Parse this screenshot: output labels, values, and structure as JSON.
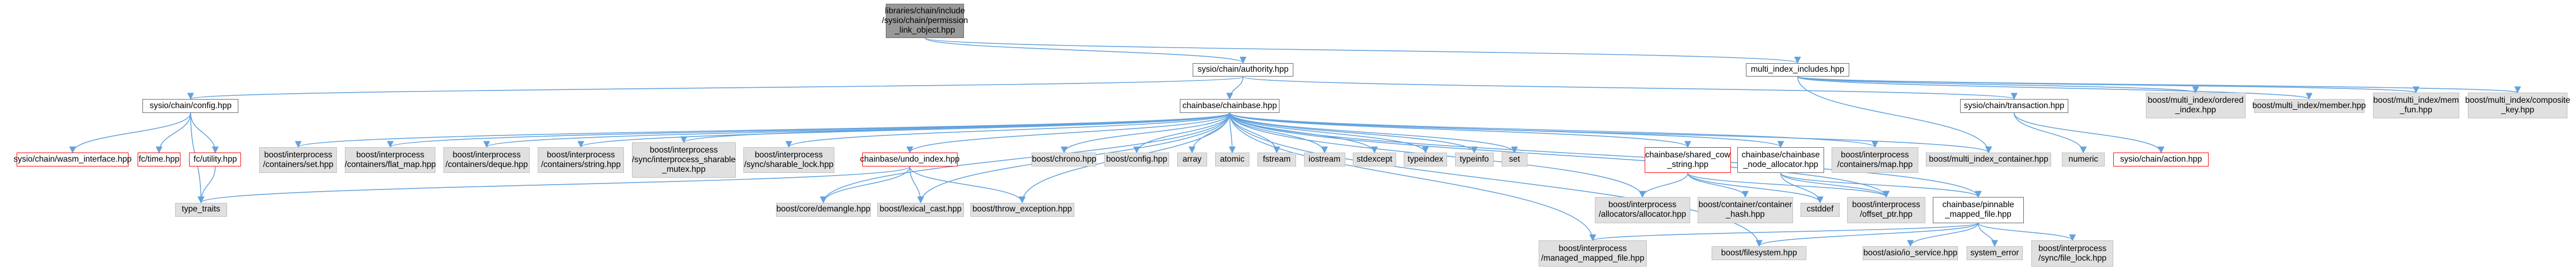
{
  "colors": {
    "edge": "#63a2dd",
    "node_border": "#666666",
    "missing_border": "#ff0000",
    "external_fill": "#e0e0e0",
    "root_fill": "#999999"
  },
  "nodes": {
    "root": {
      "label": "libraries/chain/include\n/sysio/chain/permission\n_link_object.hpp",
      "kind": "root"
    },
    "authority": {
      "label": "sysio/chain/authority.hpp",
      "kind": "plain"
    },
    "multi_index_includes": {
      "label": "multi_index_includes.hpp",
      "kind": "plain"
    },
    "config": {
      "label": "sysio/chain/config.hpp",
      "kind": "plain"
    },
    "chainbase": {
      "label": "chainbase/chainbase.hpp",
      "kind": "plain"
    },
    "transaction": {
      "label": "sysio/chain/transaction.hpp",
      "kind": "plain"
    },
    "ordered_index": {
      "label": "boost/multi_index/ordered\n_index.hpp",
      "kind": "gray"
    },
    "member": {
      "label": "boost/multi_index/member.hpp",
      "kind": "gray"
    },
    "mem_fun": {
      "label": "boost/multi_index/mem\n_fun.hpp",
      "kind": "gray"
    },
    "composite_key": {
      "label": "boost/multi_index/composite\n_key.hpp",
      "kind": "gray"
    },
    "wasm_interface": {
      "label": "sysio/chain/wasm_interface.hpp",
      "kind": "red"
    },
    "fc_time": {
      "label": "fc/time.hpp",
      "kind": "red"
    },
    "fc_utility": {
      "label": "fc/utility.hpp",
      "kind": "red"
    },
    "ip_set": {
      "label": "boost/interprocess\n/containers/set.hpp",
      "kind": "gray"
    },
    "ip_flat_map": {
      "label": "boost/interprocess\n/containers/flat_map.hpp",
      "kind": "gray"
    },
    "ip_deque": {
      "label": "boost/interprocess\n/containers/deque.hpp",
      "kind": "gray"
    },
    "ip_string": {
      "label": "boost/interprocess\n/containers/string.hpp",
      "kind": "gray"
    },
    "ip_sharable_mutex": {
      "label": "boost/interprocess\n/sync/interprocess_sharable\n_mutex.hpp",
      "kind": "gray"
    },
    "ip_sharable_lock": {
      "label": "boost/interprocess\n/sync/sharable_lock.hpp",
      "kind": "gray"
    },
    "undo_index": {
      "label": "chainbase/undo_index.hpp",
      "kind": "red"
    },
    "chrono": {
      "label": "boost/chrono.hpp",
      "kind": "gray"
    },
    "boost_config": {
      "label": "boost/config.hpp",
      "kind": "gray"
    },
    "array": {
      "label": "array",
      "kind": "gray"
    },
    "atomic": {
      "label": "atomic",
      "kind": "gray"
    },
    "fstream": {
      "label": "fstream",
      "kind": "gray"
    },
    "iostream": {
      "label": "iostream",
      "kind": "gray"
    },
    "stdexcept": {
      "label": "stdexcept",
      "kind": "gray"
    },
    "typeindex": {
      "label": "typeindex",
      "kind": "gray"
    },
    "typeinfo": {
      "label": "typeinfo",
      "kind": "gray"
    },
    "set": {
      "label": "set",
      "kind": "gray"
    },
    "shared_cow_string": {
      "label": "chainbase/shared_cow\n_string.hpp",
      "kind": "red"
    },
    "node_allocator": {
      "label": "chainbase/chainbase\n_node_allocator.hpp",
      "kind": "plain"
    },
    "ip_map": {
      "label": "boost/interprocess\n/containers/map.hpp",
      "kind": "gray"
    },
    "mi_container": {
      "label": "boost/multi_index_container.hpp",
      "kind": "gray"
    },
    "numeric": {
      "label": "numeric",
      "kind": "gray"
    },
    "action": {
      "label": "sysio/chain/action.hpp",
      "kind": "red"
    },
    "type_traits": {
      "label": "type_traits",
      "kind": "gray"
    },
    "demangle": {
      "label": "boost/core/demangle.hpp",
      "kind": "gray"
    },
    "lexical_cast": {
      "label": "boost/lexical_cast.hpp",
      "kind": "gray"
    },
    "throw_exception": {
      "label": "boost/throw_exception.hpp",
      "kind": "gray"
    },
    "ip_allocator": {
      "label": "boost/interprocess\n/allocators/allocator.hpp",
      "kind": "gray"
    },
    "container_hash": {
      "label": "boost/container/container\n_hash.hpp",
      "kind": "gray"
    },
    "cstddef": {
      "label": "cstddef",
      "kind": "gray"
    },
    "offset_ptr": {
      "label": "boost/interprocess\n/offset_ptr.hpp",
      "kind": "gray"
    },
    "pinnable": {
      "label": "chainbase/pinnable\n_mapped_file.hpp",
      "kind": "plain"
    },
    "managed_mapped": {
      "label": "boost/interprocess\n/managed_mapped_file.hpp",
      "kind": "gray"
    },
    "filesystem": {
      "label": "boost/filesystem.hpp",
      "kind": "gray"
    },
    "io_service": {
      "label": "boost/asio/io_service.hpp",
      "kind": "gray"
    },
    "system_error": {
      "label": "system_error",
      "kind": "gray"
    },
    "file_lock": {
      "label": "boost/interprocess\n/sync/file_lock.hpp",
      "kind": "gray"
    }
  },
  "edges": [
    [
      "root",
      "authority"
    ],
    [
      "root",
      "multi_index_includes"
    ],
    [
      "authority",
      "config"
    ],
    [
      "authority",
      "chainbase"
    ],
    [
      "authority",
      "transaction"
    ],
    [
      "multi_index_includes",
      "mi_container"
    ],
    [
      "multi_index_includes",
      "ordered_index"
    ],
    [
      "multi_index_includes",
      "member"
    ],
    [
      "multi_index_includes",
      "mem_fun"
    ],
    [
      "multi_index_includes",
      "composite_key"
    ],
    [
      "config",
      "wasm_interface"
    ],
    [
      "config",
      "fc_time"
    ],
    [
      "config",
      "fc_utility"
    ],
    [
      "config",
      "type_traits"
    ],
    [
      "fc_utility",
      "type_traits"
    ],
    [
      "chainbase",
      "ip_set"
    ],
    [
      "chainbase",
      "ip_flat_map"
    ],
    [
      "chainbase",
      "ip_deque"
    ],
    [
      "chainbase",
      "ip_string"
    ],
    [
      "chainbase",
      "ip_sharable_mutex"
    ],
    [
      "chainbase",
      "ip_sharable_lock"
    ],
    [
      "chainbase",
      "undo_index"
    ],
    [
      "chainbase",
      "chrono"
    ],
    [
      "chainbase",
      "boost_config"
    ],
    [
      "chainbase",
      "array"
    ],
    [
      "chainbase",
      "atomic"
    ],
    [
      "chainbase",
      "fstream"
    ],
    [
      "chainbase",
      "iostream"
    ],
    [
      "chainbase",
      "stdexcept"
    ],
    [
      "chainbase",
      "typeindex"
    ],
    [
      "chainbase",
      "typeinfo"
    ],
    [
      "chainbase",
      "set"
    ],
    [
      "chainbase",
      "shared_cow_string"
    ],
    [
      "chainbase",
      "node_allocator"
    ],
    [
      "chainbase",
      "ip_map"
    ],
    [
      "chainbase",
      "mi_container"
    ],
    [
      "chainbase",
      "demangle"
    ],
    [
      "chainbase",
      "lexical_cast"
    ],
    [
      "chainbase",
      "throw_exception"
    ],
    [
      "chainbase",
      "ip_allocator"
    ],
    [
      "chainbase",
      "offset_ptr"
    ],
    [
      "chainbase",
      "pinnable"
    ],
    [
      "chainbase",
      "managed_mapped"
    ],
    [
      "chainbase",
      "filesystem"
    ],
    [
      "undo_index",
      "type_traits"
    ],
    [
      "undo_index",
      "demangle"
    ],
    [
      "undo_index",
      "lexical_cast"
    ],
    [
      "undo_index",
      "throw_exception"
    ],
    [
      "shared_cow_string",
      "ip_allocator"
    ],
    [
      "shared_cow_string",
      "container_hash"
    ],
    [
      "shared_cow_string",
      "cstddef"
    ],
    [
      "shared_cow_string",
      "offset_ptr"
    ],
    [
      "node_allocator",
      "offset_ptr"
    ],
    [
      "node_allocator",
      "pinnable"
    ],
    [
      "node_allocator",
      "cstddef"
    ],
    [
      "transaction",
      "numeric"
    ],
    [
      "transaction",
      "action"
    ],
    [
      "pinnable",
      "managed_mapped"
    ],
    [
      "pinnable",
      "filesystem"
    ],
    [
      "pinnable",
      "io_service"
    ],
    [
      "pinnable",
      "system_error"
    ],
    [
      "pinnable",
      "file_lock"
    ]
  ]
}
